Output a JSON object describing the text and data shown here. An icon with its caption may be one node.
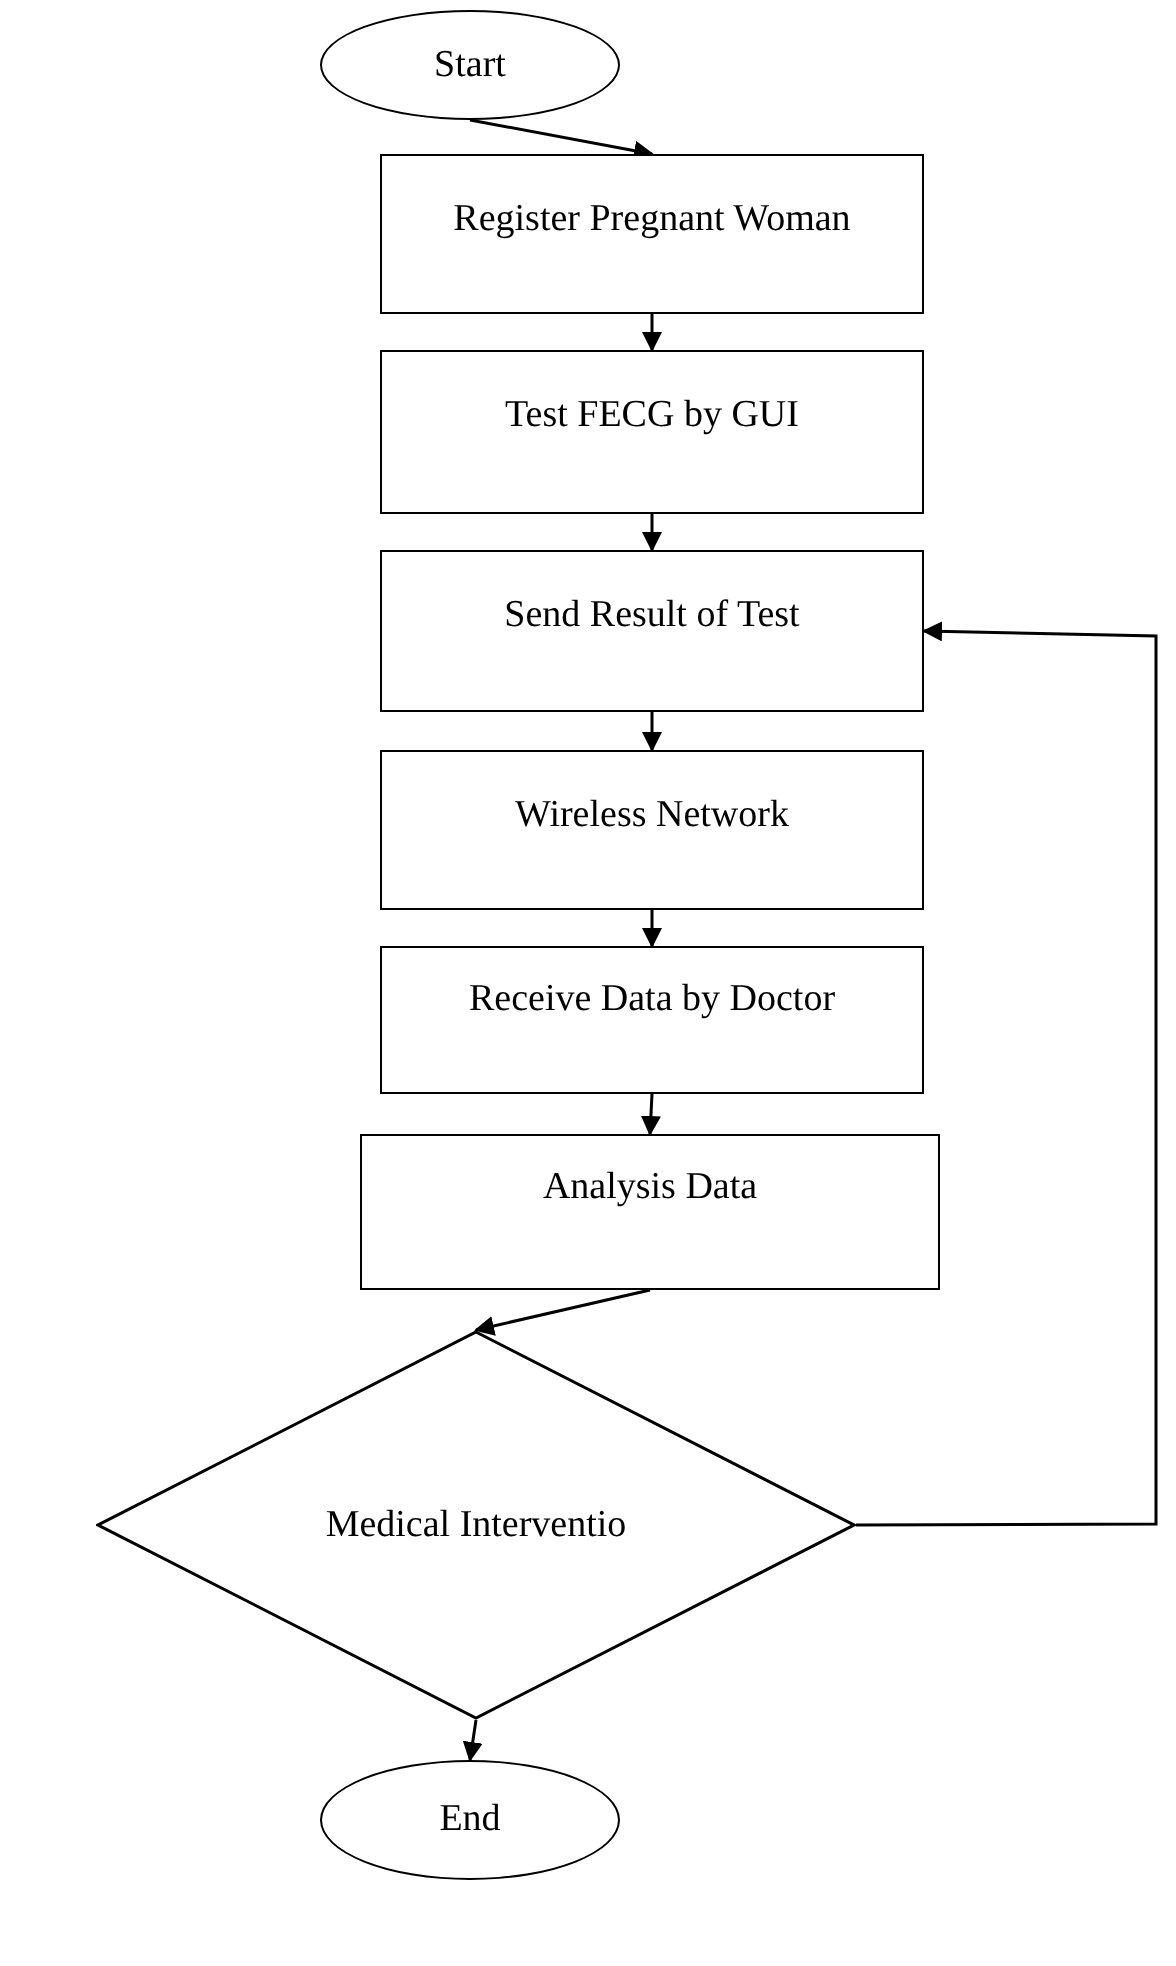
{
  "diagram": {
    "nodes": [
      {
        "text": [
          "Start"
        ]
      },
      {
        "text": [
          "Register Pregnant Woman"
        ]
      },
      {
        "text": [
          "Test FECG by GUI"
        ]
      },
      {
        "text": [
          "Send Result of Test"
        ]
      },
      {
        "text": [
          "Wireless Network"
        ]
      },
      {
        "text": [
          "Receive Data by Doctor"
        ]
      },
      {
        "text": [
          "Analysis Data"
        ]
      },
      {
        "text": [
          "Medical Interventio"
        ]
      },
      {
        "text": [
          "End"
        ]
      }
    ],
    "edges": [
      {
        "from": 0,
        "to": 1,
        "arrow": "to"
      },
      {
        "from": 1,
        "to": 2,
        "arrow": "to"
      },
      {
        "from": 2,
        "to": 3,
        "arrow": "to"
      },
      {
        "from": 3,
        "to": 4,
        "arrow": "to"
      },
      {
        "from": 4,
        "to": 5,
        "arrow": "to"
      },
      {
        "from": 5,
        "to": 6,
        "arrow": "to"
      },
      {
        "from": 6,
        "to": 7,
        "arrow": "to"
      },
      {
        "from": 7,
        "to": 8,
        "arrow": "to"
      },
      {
        "from": 7,
        "to": 3,
        "arrow": "to"
      }
    ]
  }
}
